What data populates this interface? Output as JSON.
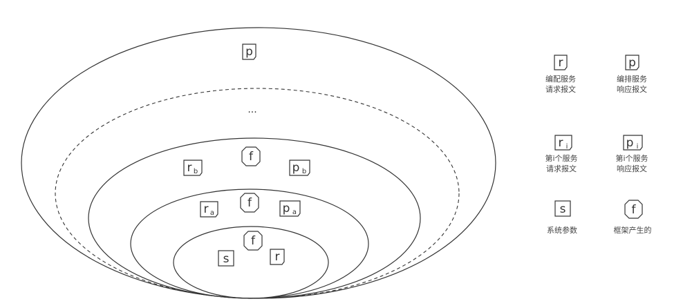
{
  "diagram": {
    "outer_box": {
      "letter": "p"
    },
    "ellipsis": "...",
    "level_b": {
      "request": {
        "letter": "r",
        "sub": "b"
      },
      "frame": "f",
      "response": {
        "letter": "p",
        "sub": "b"
      }
    },
    "level_a": {
      "request": {
        "letter": "r",
        "sub": "a"
      },
      "frame": "f",
      "response": {
        "letter": "p",
        "sub": "a"
      }
    },
    "level_0": {
      "frame": "f",
      "system": "s",
      "request": "r"
    }
  },
  "legend": [
    {
      "symbol": "r",
      "sub": "",
      "shape": "box",
      "line1": "编配服务",
      "line2": "请求报文"
    },
    {
      "symbol": "p",
      "sub": "",
      "shape": "box",
      "line1": "编排服务",
      "line2": "响应报文"
    },
    {
      "symbol": "r",
      "sub": "i",
      "shape": "box",
      "line1": "第i个服务",
      "line2": "请求报文"
    },
    {
      "symbol": "p",
      "sub": "i",
      "shape": "box",
      "line1": "第i个服务",
      "line2": "响应报文"
    },
    {
      "symbol": "s",
      "sub": "",
      "shape": "box",
      "line1": "系统参数",
      "line2": ""
    },
    {
      "symbol": "f",
      "sub": "",
      "shape": "octagon",
      "line1": "框架产生的",
      "line2": ""
    }
  ],
  "colors": {
    "stroke": "#333333",
    "background": "#ffffff"
  }
}
